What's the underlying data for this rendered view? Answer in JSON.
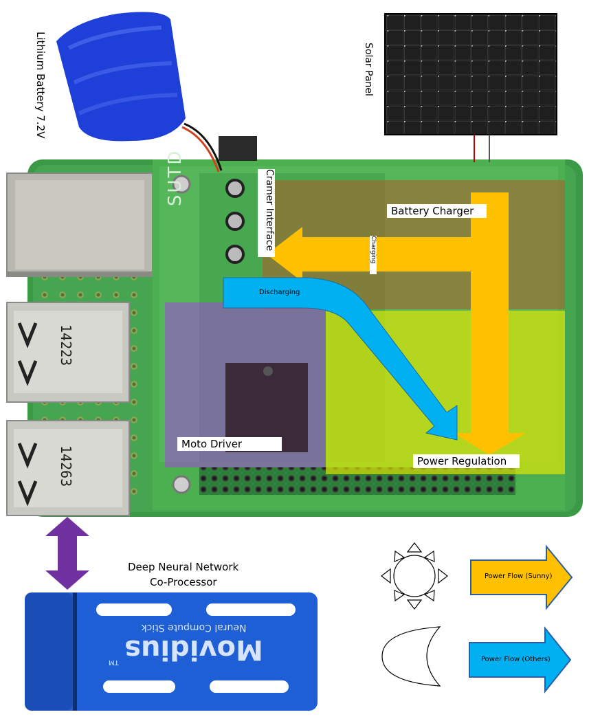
{
  "labels": {
    "battery": "Lithium Battery 7.2V",
    "solar": "Solar Panel",
    "cramer": "Cramer Interface",
    "board_logo": "SUTD",
    "battery_charger": "Battery Charger",
    "charging": "Charging",
    "discharging": "Discharging",
    "motor_driver": "Moto Driver",
    "power_regulation": "Power Regulation",
    "dnn_line1": "Deep Neural Network",
    "dnn_line2": "Co-Processor",
    "stick_brand": "Movidius",
    "stick_tm": "TM",
    "stick_sub": "Neural Compute Stick",
    "usb_top": "14223",
    "usb_bottom": "14263"
  },
  "legend": {
    "sunny": "Power Flow (Sunny)",
    "others": "Power Flow (Others)"
  },
  "colors": {
    "board_green": "#3a9a45",
    "pcb_dark": "#2e7a3a",
    "hat_green": "#4caf50",
    "arrow_sunny": "#ffc000",
    "arrow_others": "#00b0f0",
    "motor_region": "#9b4fcf",
    "regulation_region": "#e8e800",
    "charger_region": "#b05a2a",
    "bidirectional_arrow": "#7030a0",
    "stick_blue": "#1f5fd6",
    "battery_blue": "#1e3fd8",
    "solar_dark": "#151515"
  },
  "icons": [
    "sun-icon",
    "moon-icon",
    "bidirectional-arrow-icon"
  ]
}
